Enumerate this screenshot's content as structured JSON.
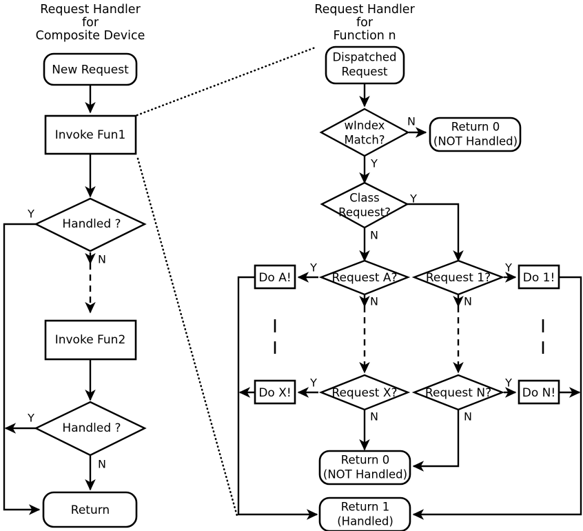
{
  "diagram": {
    "title_left": {
      "line1": "Request Handler",
      "line2": "for",
      "line3": "Composite Device"
    },
    "title_right": {
      "line1": "Request Handler",
      "line2": "for",
      "line3": "Function n"
    },
    "colors": {
      "stroke": "#000000",
      "fill": "#ffffff",
      "background": "#ffffff"
    },
    "left_flow": {
      "new_request": "New Request",
      "invoke_fun1": "Invoke Fun1",
      "handled_1": "Handled ?",
      "handled_1_yes": "Y",
      "handled_1_no": "N",
      "invoke_fun2": "Invoke Fun2",
      "handled_2": "Handled ?",
      "handled_2_yes": "Y",
      "handled_2_no": "N",
      "return": "Return"
    },
    "right_flow": {
      "dispatched_request_l1": "Dispatched",
      "dispatched_request_l2": "Request",
      "windex_match_l1": "wIndex",
      "windex_match_l2": "Match?",
      "windex_no": "N",
      "windex_yes": "Y",
      "return0_top_l1": "Return 0",
      "return0_top_l2": "(NOT Handled)",
      "class_request_l1": "Class",
      "class_request_l2": "Request?",
      "class_yes": "Y",
      "class_no": "N",
      "request_a": "Request A?",
      "request_a_yes": "Y",
      "request_a_no": "N",
      "do_a": "Do A!",
      "request_x": "Request X?",
      "request_x_yes": "Y",
      "request_x_no": "N",
      "do_x": "Do X!",
      "request_1": "Request 1?",
      "request_1_yes": "Y",
      "request_1_no": "N",
      "do_1": "Do 1!",
      "request_n": "Request N?",
      "request_n_yes": "Y",
      "request_n_no": "N",
      "do_n": "Do N!",
      "return0_bottom_l1": "Return 0",
      "return0_bottom_l2": "(NOT Handled)",
      "return1_l1": "Return 1",
      "return1_l2": "(Handled)"
    }
  }
}
